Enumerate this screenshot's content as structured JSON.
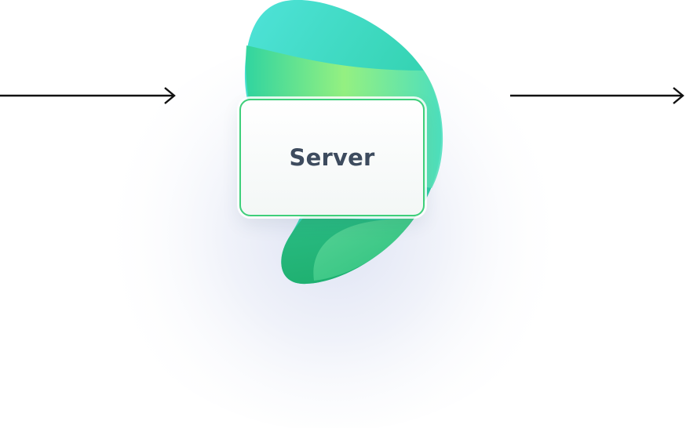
{
  "diagram": {
    "node": {
      "label": "Server"
    },
    "colors": {
      "node_border": "#3ecf7a",
      "label_text": "#3d4b5e",
      "arrow": "#111111",
      "blob_primary": "#2fd6a5",
      "blob_highlight": "#9ef37a",
      "glow": "#dfe4f4"
    },
    "edges": [
      {
        "direction": "incoming",
        "icon": "arrow-right-icon"
      },
      {
        "direction": "outgoing",
        "icon": "arrow-right-icon"
      }
    ]
  }
}
